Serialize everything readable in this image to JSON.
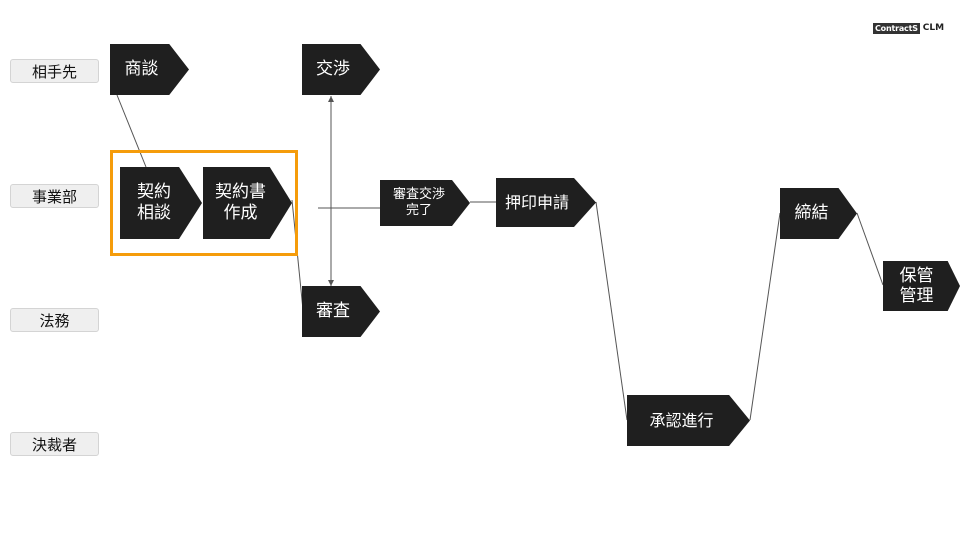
{
  "logo": {
    "box": "ContractS",
    "suffix": "CLM"
  },
  "lanes": [
    "相手先",
    "事業部",
    "法務",
    "決裁者"
  ],
  "steps": {
    "shodan": [
      "商談"
    ],
    "keiyaku_sodan": [
      "契約",
      "相談"
    ],
    "keiyakusho_sakusei": [
      "契約書",
      "作成"
    ],
    "kosho": [
      "交渉"
    ],
    "shinsa": [
      "審査"
    ],
    "shinsa_kosho_kanryo": [
      "審査交渉",
      "完了"
    ],
    "oin_shinsei": [
      "押印申請"
    ],
    "shonin_shinko": [
      "承認進行"
    ],
    "teiketsu": [
      "締結"
    ],
    "hokan_kanri": [
      "保管",
      "管理"
    ]
  },
  "colors": {
    "node": "#1f1f1f",
    "highlight": "#f59c0b",
    "lane_bg": "#efefef",
    "line": "#555555"
  }
}
